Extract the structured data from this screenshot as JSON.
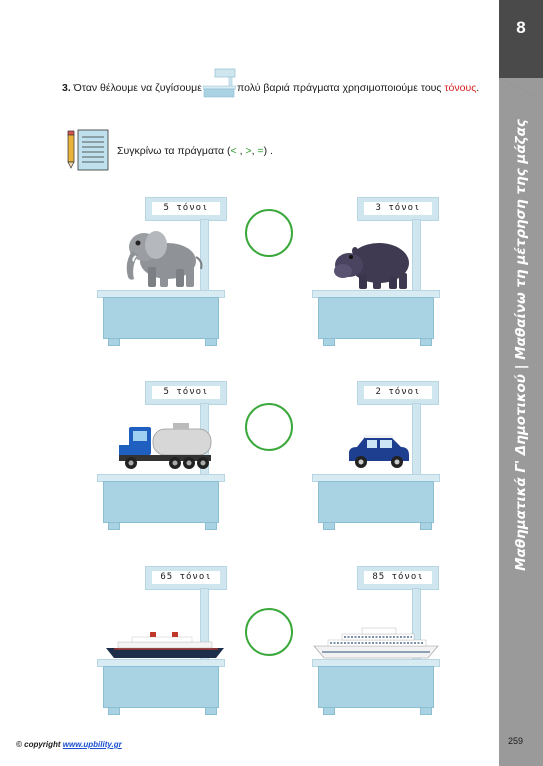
{
  "sidebar": {
    "chapter_number": "8",
    "title": "Μαθηματικά Γ' Δημοτικού | Μαθαίνω τη μέτρηση της μάζας"
  },
  "question": {
    "number": "3.",
    "text_before": " Όταν θέλουμε να ζυγίσουμε",
    "text_after": "πολύ βαριά πράγματα χρησιμοποιούμε τους ",
    "highlight": "τόνους",
    "end": "."
  },
  "instruction": {
    "text_before": "Συγκρίνω τα πράγματα (",
    "lt": "<",
    "sep1": " , ",
    "gt": ">",
    "sep2": ", ",
    "eq": "=",
    "text_after": ") ."
  },
  "pairs": [
    {
      "left": {
        "label": "5 τόνοι",
        "item": "elephant-icon"
      },
      "right": {
        "label": "3 τόνοι",
        "item": "hippo-icon"
      }
    },
    {
      "left": {
        "label": "5 τόνοι",
        "item": "tanker-truck-icon"
      },
      "right": {
        "label": "2 τόνοι",
        "item": "car-icon"
      }
    },
    {
      "left": {
        "label": "65 τόνοι",
        "item": "ship-icon"
      },
      "right": {
        "label": "85 τόνοι",
        "item": "cruise-ship-icon"
      }
    }
  ],
  "footer": {
    "copyright": "© copyright ",
    "link": "www.upbility.gr",
    "page_number": "259"
  },
  "colors": {
    "sidebar": "#9a9a9a",
    "sidebar_top": "#4a4a4a",
    "scale_blue": "#a9d3e3",
    "circle_green": "#3aa83a",
    "highlight_red": "#d42020"
  }
}
